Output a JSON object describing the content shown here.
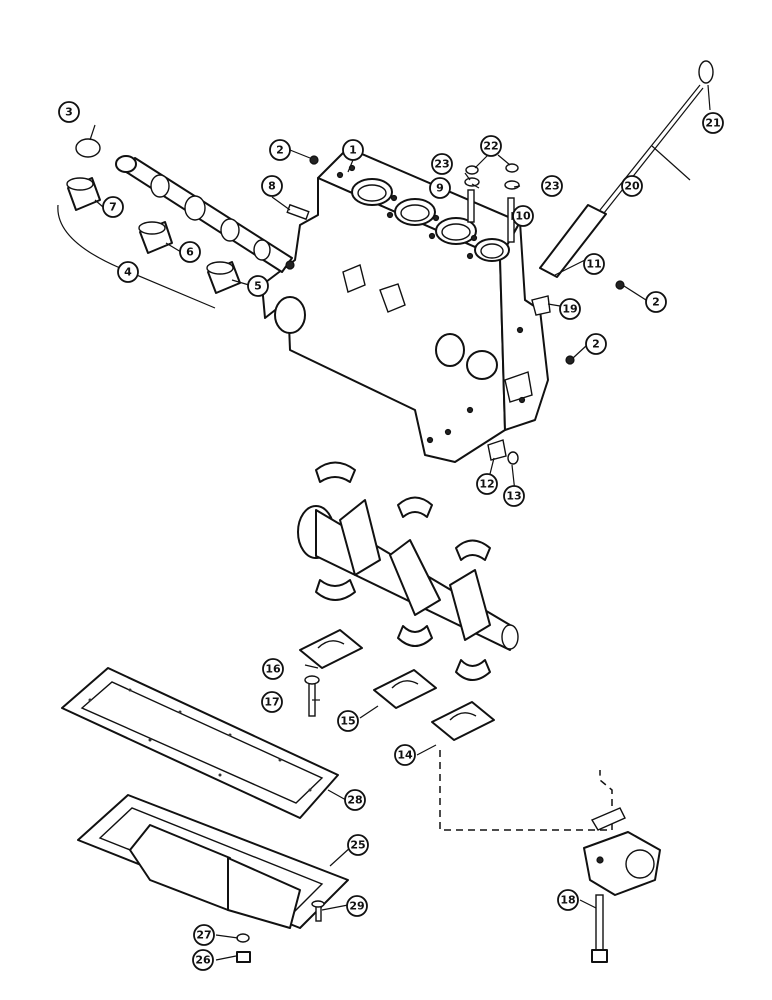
{
  "diagram": {
    "callouts": [
      {
        "id": "c1",
        "label": "1"
      },
      {
        "id": "c2a",
        "label": "2"
      },
      {
        "id": "c2b",
        "label": "2"
      },
      {
        "id": "c2c",
        "label": "2"
      },
      {
        "id": "c3",
        "label": "3"
      },
      {
        "id": "c4",
        "label": "4"
      },
      {
        "id": "c5",
        "label": "5"
      },
      {
        "id": "c6",
        "label": "6"
      },
      {
        "id": "c7",
        "label": "7"
      },
      {
        "id": "c8",
        "label": "8"
      },
      {
        "id": "c9",
        "label": "9"
      },
      {
        "id": "c10",
        "label": "10"
      },
      {
        "id": "c11",
        "label": "11"
      },
      {
        "id": "c12",
        "label": "12"
      },
      {
        "id": "c13",
        "label": "13"
      },
      {
        "id": "c14",
        "label": "14"
      },
      {
        "id": "c15",
        "label": "15"
      },
      {
        "id": "c16",
        "label": "16"
      },
      {
        "id": "c17",
        "label": "17"
      },
      {
        "id": "c18",
        "label": "18"
      },
      {
        "id": "c19",
        "label": "19"
      },
      {
        "id": "c20",
        "label": "20"
      },
      {
        "id": "c21",
        "label": "21"
      },
      {
        "id": "c22",
        "label": "22"
      },
      {
        "id": "c23a",
        "label": "23"
      },
      {
        "id": "c23b",
        "label": "23"
      },
      {
        "id": "c25",
        "label": "25"
      },
      {
        "id": "c26",
        "label": "26"
      },
      {
        "id": "c27",
        "label": "27"
      },
      {
        "id": "c28",
        "label": "28"
      },
      {
        "id": "c29",
        "label": "29"
      }
    ]
  }
}
